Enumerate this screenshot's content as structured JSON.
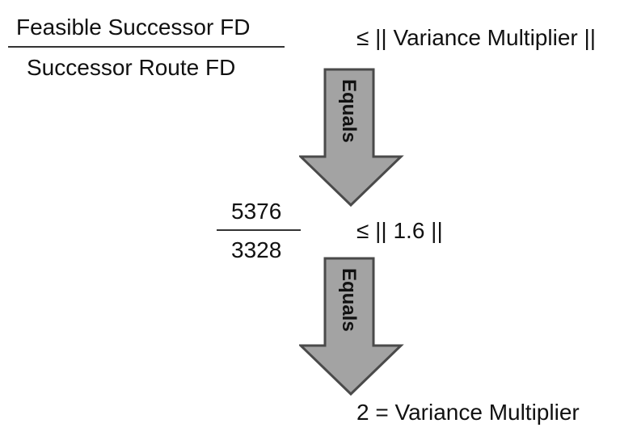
{
  "formula": {
    "numerator": "Feasible Successor FD",
    "denominator": "Successor Route FD",
    "rhs": "≤ || Variance Multiplier ||"
  },
  "arrows": [
    {
      "label": "Equals"
    },
    {
      "label": "Equals"
    }
  ],
  "substituted": {
    "numerator": "5376",
    "denominator": "3328",
    "rhs": "≤ || 1.6 ||"
  },
  "result": {
    "text": "2 = Variance Multiplier"
  },
  "colors": {
    "arrow_fill": "#a3a3a3",
    "arrow_stroke": "#4a4a4a",
    "text": "#111111"
  }
}
